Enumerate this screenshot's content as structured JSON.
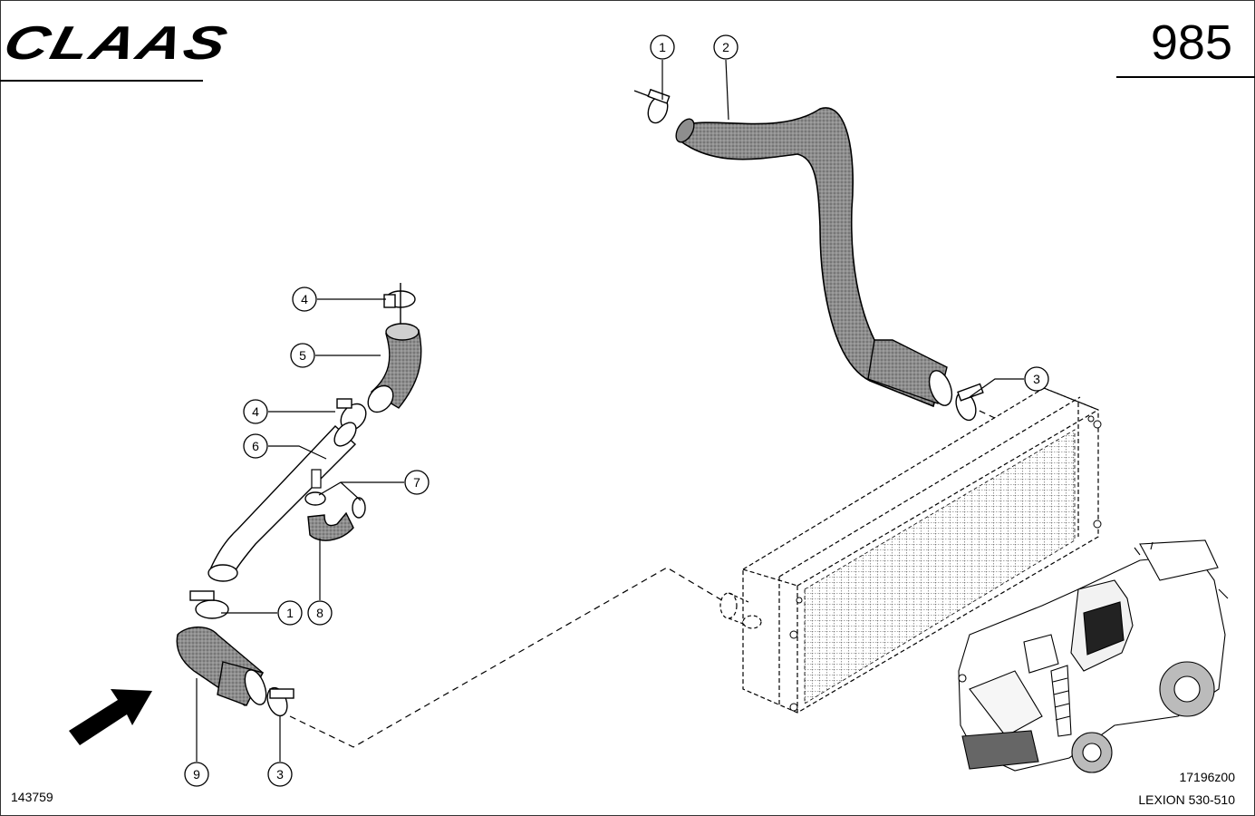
{
  "header": {
    "brand": "CLAAS",
    "page_number": "985"
  },
  "footer": {
    "left_code": "143759",
    "figure_code": "17196z00",
    "model": "LEXION 530-510"
  },
  "callouts": [
    {
      "id": "c1a",
      "label": "1"
    },
    {
      "id": "c2",
      "label": "2"
    },
    {
      "id": "c3a",
      "label": "3"
    },
    {
      "id": "c4a",
      "label": "4"
    },
    {
      "id": "c5",
      "label": "5"
    },
    {
      "id": "c4b",
      "label": "4"
    },
    {
      "id": "c6",
      "label": "6"
    },
    {
      "id": "c7",
      "label": "7"
    },
    {
      "id": "c8",
      "label": "8"
    },
    {
      "id": "c1b",
      "label": "1"
    },
    {
      "id": "c9",
      "label": "9"
    },
    {
      "id": "c3b",
      "label": "3"
    }
  ],
  "colors": {
    "line": "#000000",
    "hose_fill": "#9a9a9a",
    "paper": "#ffffff"
  }
}
